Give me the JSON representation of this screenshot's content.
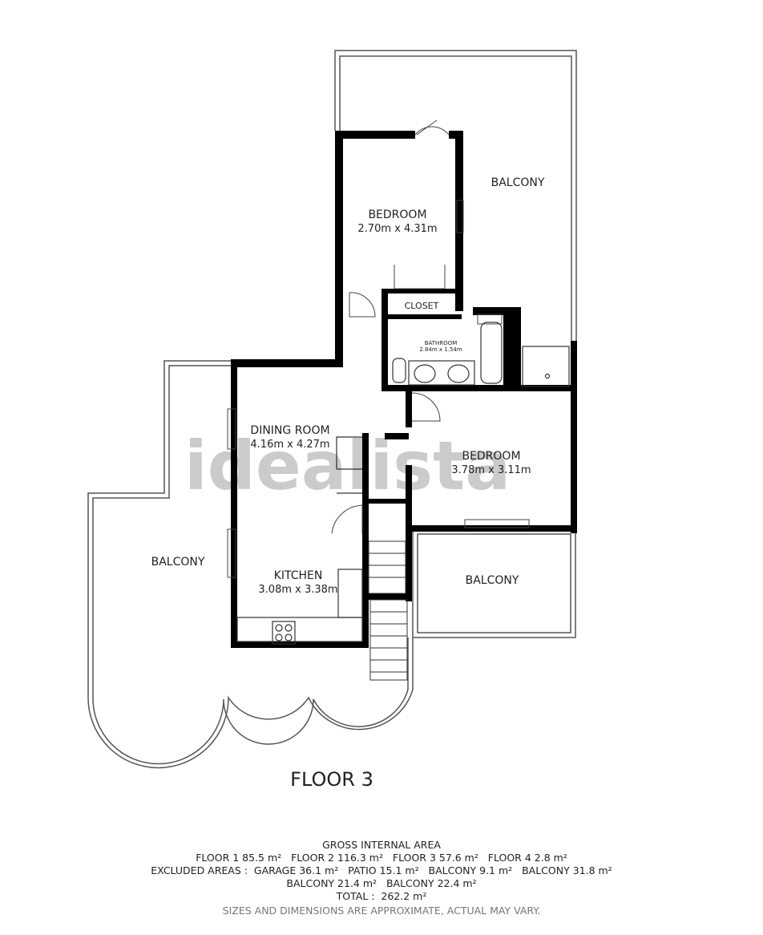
{
  "rooms": {
    "balcony_top_right": {
      "label": "BALCONY"
    },
    "bedroom_1": {
      "label": "BEDROOM",
      "size": "2.70m x 4.31m"
    },
    "closet": {
      "label": "CLOSET"
    },
    "bathroom": {
      "label": "BATHROOM",
      "size": "2.84m x 1.54m"
    },
    "dining_room": {
      "label": "DINING ROOM",
      "size": "4.16m x 4.27m"
    },
    "bedroom_2": {
      "label": "BEDROOM",
      "size": "3.78m x 3.11m"
    },
    "balcony_left": {
      "label": "BALCONY"
    },
    "kitchen": {
      "label": "KITCHEN",
      "size": "3.08m x 3.38m"
    },
    "balcony_bottom_right": {
      "label": "BALCONY"
    }
  },
  "watermark": "idealista",
  "floor_title": "FLOOR 3",
  "legend": {
    "heading": "GROSS INTERNAL AREA",
    "floors_line": "FLOOR 1 85.5 m²   FLOOR 2 116.3 m²   FLOOR 3 57.6 m²   FLOOR 4 2.8 m²",
    "excluded_line": "EXCLUDED AREAS :  GARAGE 36.1 m²   PATIO 15.1 m²   BALCONY 9.1 m²   BALCONY 31.8 m²",
    "balcony_line": "BALCONY 21.4 m²   BALCONY 22.4 m²",
    "total_line": "TOTAL :  262.2 m²",
    "note": "SIZES AND DIMENSIONS ARE APPROXIMATE, ACTUAL MAY VARY."
  }
}
